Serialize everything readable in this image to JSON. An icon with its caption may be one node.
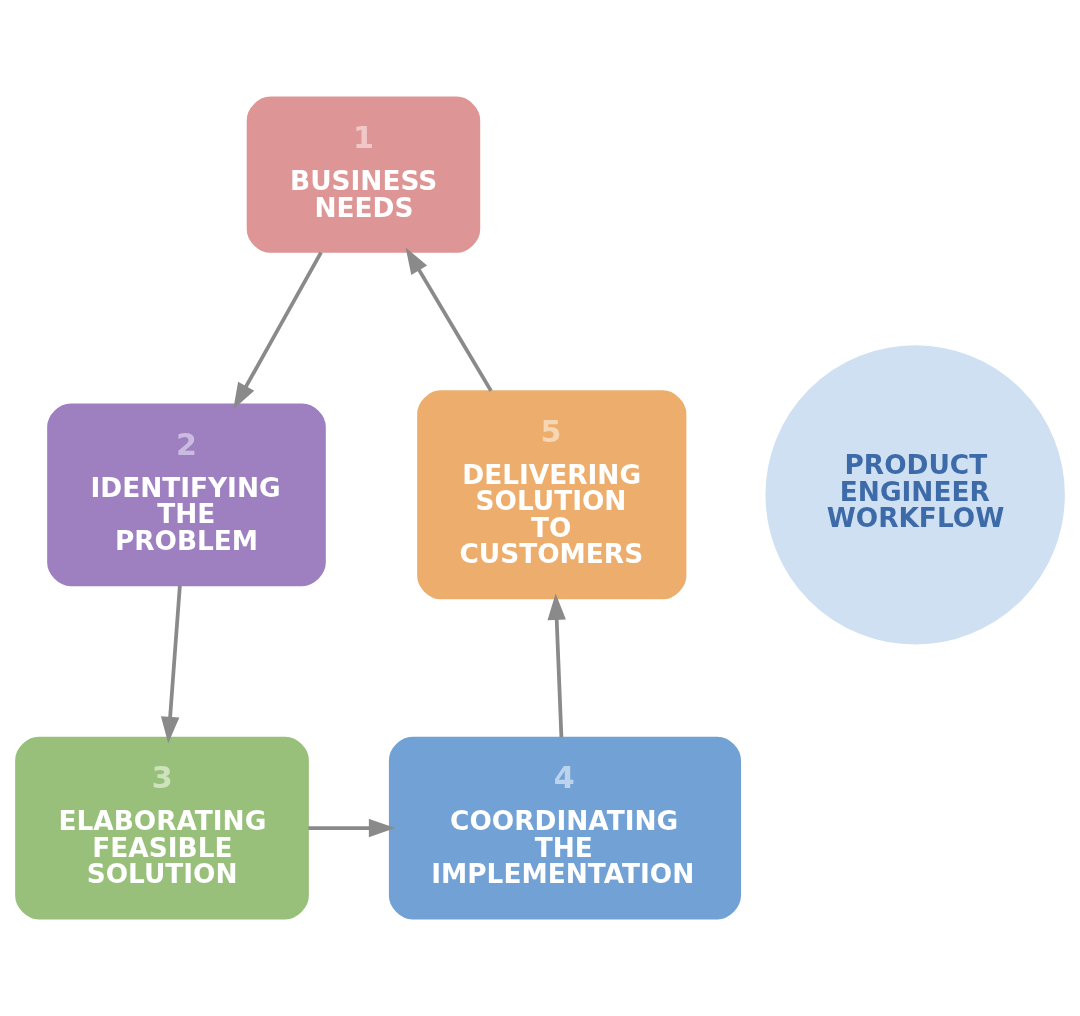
{
  "diagram": {
    "nodes": [
      {
        "text": [
          "1",
          "BUSINESS NEEDS"
        ]
      },
      {
        "text": [
          "2",
          "IDENTIFYING THE PROBLEM"
        ]
      },
      {
        "text": [
          "3",
          "ELABORATING FEASIBLE SOLUTION"
        ]
      },
      {
        "text": [
          "4",
          "COORDINATING THE IMPLEMENTATION"
        ]
      },
      {
        "text": [
          "5",
          "DELIVERING SOLUTION TO CUSTOMERS"
        ]
      },
      {
        "text": [
          "PRODUCT ENGINEER WORKFLOW"
        ]
      }
    ],
    "edges": [
      {
        "from": 0,
        "to": 1,
        "arrow": "to"
      },
      {
        "from": 1,
        "to": 2,
        "arrow": "to"
      },
      {
        "from": 2,
        "to": 3,
        "arrow": "to"
      },
      {
        "from": 3,
        "to": 4,
        "arrow": "to"
      },
      {
        "from": 4,
        "to": 0,
        "arrow": "to"
      }
    ]
  }
}
